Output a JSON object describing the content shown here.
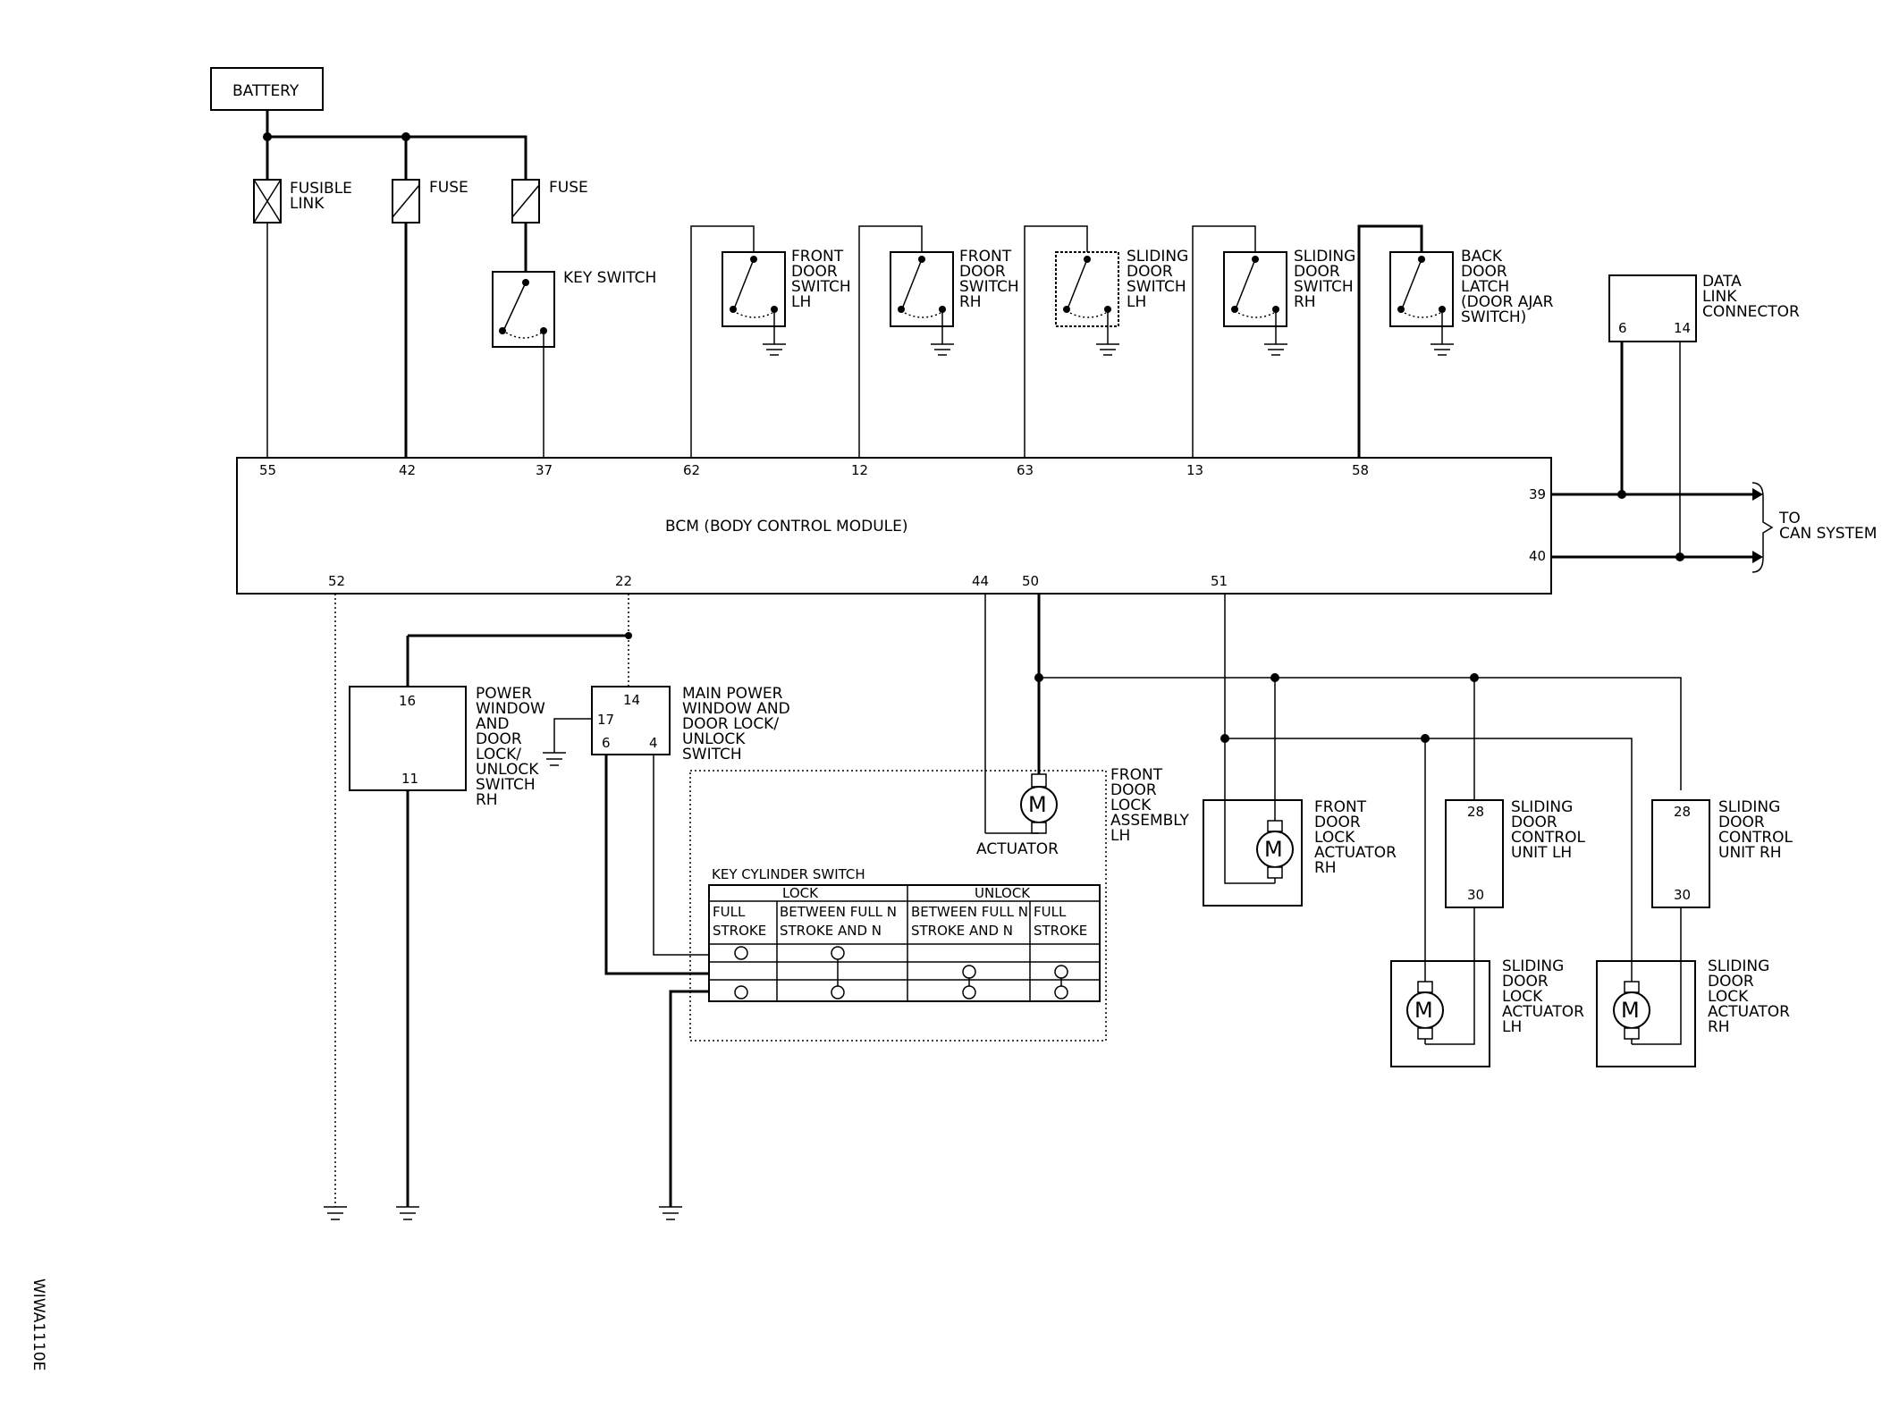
{
  "components": {
    "battery": "BATTERY",
    "fusible_link": [
      "FUSIBLE",
      "LINK"
    ],
    "fuse_1": "FUSE",
    "fuse_2": "FUSE",
    "key_switch": "KEY SWITCH",
    "front_door_switch_lh": [
      "FRONT",
      "DOOR",
      "SWITCH",
      "LH"
    ],
    "front_door_switch_rh": [
      "FRONT",
      "DOOR",
      "SWITCH",
      "RH"
    ],
    "sliding_door_switch_lh": [
      "SLIDING",
      "DOOR",
      "SWITCH",
      "LH"
    ],
    "sliding_door_switch_rh": [
      "SLIDING",
      "DOOR",
      "SWITCH",
      "RH"
    ],
    "back_door_latch": [
      "BACK",
      "DOOR",
      "LATCH",
      "(DOOR AJAR",
      "SWITCH)"
    ],
    "data_link_connector": [
      "DATA",
      "LINK",
      "CONNECTOR"
    ],
    "bcm": "BCM (BODY CONTROL MODULE)",
    "to_can_system": [
      "TO",
      "CAN SYSTEM"
    ],
    "power_window_rh": [
      "POWER",
      "WINDOW",
      "AND",
      "DOOR",
      "LOCK/",
      "UNLOCK",
      "SWITCH",
      "RH"
    ],
    "main_power_window": [
      "MAIN POWER",
      "WINDOW AND",
      "DOOR LOCK/",
      "UNLOCK",
      "SWITCH"
    ],
    "front_door_lock_assembly_lh": [
      "FRONT",
      "DOOR",
      "LOCK",
      "ASSEMBLY",
      "LH"
    ],
    "actuator": "ACTUATOR",
    "front_door_lock_actuator_rh": [
      "FRONT",
      "DOOR",
      "LOCK",
      "ACTUATOR",
      "RH"
    ],
    "sliding_door_control_unit_lh": [
      "SLIDING",
      "DOOR",
      "CONTROL",
      "UNIT LH"
    ],
    "sliding_door_control_unit_rh": [
      "SLIDING",
      "DOOR",
      "CONTROL",
      "UNIT RH"
    ],
    "sliding_door_lock_actuator_lh": [
      "SLIDING",
      "DOOR",
      "LOCK",
      "ACTUATOR",
      "LH"
    ],
    "sliding_door_lock_actuator_rh": [
      "SLIDING",
      "DOOR",
      "LOCK",
      "ACTUATOR",
      "RH"
    ],
    "motor_symbol": "M"
  },
  "pins": {
    "bcm_top": [
      "55",
      "42",
      "37",
      "62",
      "12",
      "63",
      "13",
      "58"
    ],
    "bcm_right": [
      "39",
      "40"
    ],
    "bcm_bottom": [
      "52",
      "22",
      "44",
      "50",
      "51"
    ],
    "dlc": [
      "6",
      "14"
    ],
    "pw_rh": [
      "16",
      "11"
    ],
    "main_pw": [
      "14",
      "17",
      "6",
      "4"
    ],
    "sd_cu_lh": [
      "28",
      "30"
    ],
    "sd_cu_rh": [
      "28",
      "30"
    ]
  },
  "key_cylinder": {
    "title": "KEY CYLINDER SWITCH",
    "lock": "LOCK",
    "unlock": "UNLOCK",
    "col1": [
      "FULL",
      "STROKE"
    ],
    "col2": [
      "BETWEEN FULL N",
      "STROKE AND N"
    ],
    "col3": [
      "BETWEEN FULL N",
      "STROKE AND N"
    ],
    "col4": [
      "FULL",
      "STROKE"
    ]
  },
  "diagram_code": "WIWA1110E"
}
